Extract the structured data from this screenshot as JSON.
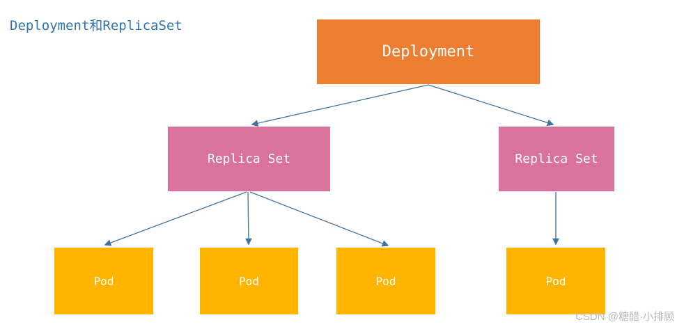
{
  "diagram": {
    "title": "Deployment和ReplicaSet",
    "nodes": {
      "deployment": {
        "label": "Deployment"
      },
      "replicaset_left": {
        "label": "Replica Set"
      },
      "replicaset_right": {
        "label": "Replica Set"
      },
      "pod_1": {
        "label": "Pod"
      },
      "pod_2": {
        "label": "Pod"
      },
      "pod_3": {
        "label": "Pod"
      },
      "pod_4": {
        "label": "Pod"
      }
    },
    "edges": [
      {
        "from": "deployment",
        "to": "replicaset_left"
      },
      {
        "from": "deployment",
        "to": "replicaset_right"
      },
      {
        "from": "replicaset_left",
        "to": "pod_1"
      },
      {
        "from": "replicaset_left",
        "to": "pod_2"
      },
      {
        "from": "replicaset_left",
        "to": "pod_3"
      },
      {
        "from": "replicaset_right",
        "to": "pod_4"
      }
    ],
    "colors": {
      "deployment_box": "#ED7D31",
      "replicaset_box": "#D9739E",
      "pod_box": "#FFB400",
      "arrow": "#41719C",
      "title_text": "#2E74B5",
      "node_text": "#ffffff"
    }
  },
  "watermark": {
    "text": "CSDN @糖醋·小排顾"
  }
}
